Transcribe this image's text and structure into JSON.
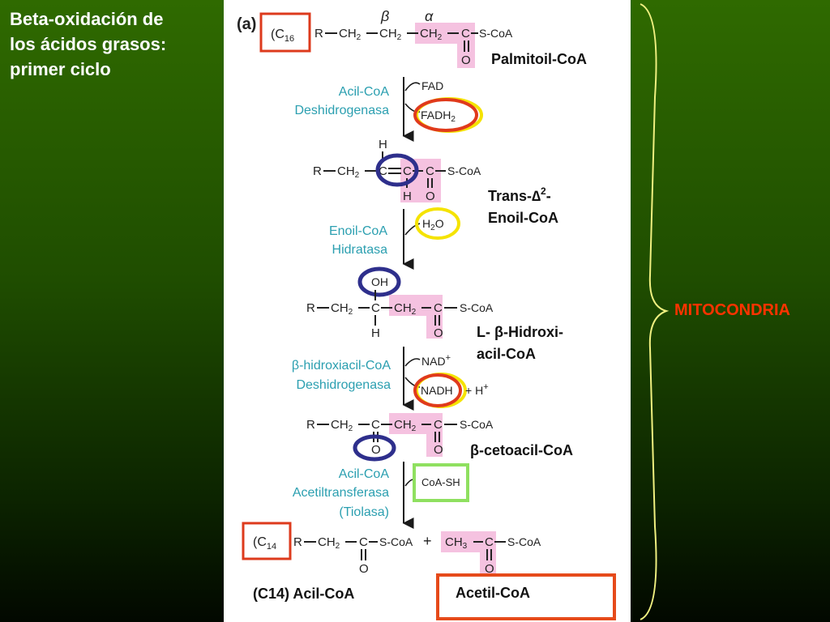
{
  "slide": {
    "title_lines": [
      "Beta-oxidación de",
      "los ácidos grasos:",
      "primer ciclo"
    ],
    "mitochondria_label": "MITOCONDRIA"
  },
  "diagram": {
    "panel_tag": "(a)",
    "chain_tag_c16": "(C",
    "chain_tag_c16_sub": "16",
    "chain_tag_c14": "(C",
    "chain_tag_c14_sub": "14",
    "beta_symbol": "β",
    "alpha_symbol": "α",
    "compounds": {
      "palmitoyl": "Palmitoil-CoA",
      "trans_enoyl_line1": "Trans-∆",
      "trans_enoyl_sup": "2",
      "trans_enoyl_dash": "-",
      "trans_enoyl_line2": "Enoil-CoA",
      "hydroxyacyl_line1": "L- β-Hidroxi-",
      "hydroxyacyl_line2": "acil-CoA",
      "ketoacyl": "β-cetoacil-CoA",
      "c14_acyl": "(C14) Acil-CoA",
      "acetyl": "Acetil-CoA"
    },
    "enzymes": {
      "dehydrogenase": [
        "Acil-CoA",
        "Deshidrogenasa"
      ],
      "hydratase": [
        "Enoil-CoA",
        "Hidratasa"
      ],
      "hydroxy_dehydrogenase": [
        "β-hidroxiacil-CoA",
        "Deshidrogenasa"
      ],
      "thiolase": [
        "Acil-CoA",
        "Acetiltransferasa",
        "(Tiolasa)"
      ]
    },
    "cofactors": {
      "fad": "FAD",
      "fadh2": "FADH",
      "fadh2_sub": "2",
      "h2o_h": "H",
      "h2o_sub": "2",
      "h2o_o": "O",
      "nad": "NAD",
      "nad_sup": "+",
      "nadh": "NADH",
      "nadh_plus": "+ H",
      "nadh_h_sup": "+",
      "coash": "CoA-SH"
    },
    "atoms": {
      "R": "R",
      "CH2": "CH",
      "sub2": "2",
      "C": "C",
      "H": "H",
      "O": "O",
      "OH": "OH",
      "SCoA": "S-CoA",
      "CH3": "CH",
      "sub3": "3",
      "plus": "+"
    },
    "colors": {
      "chain_box": "#dd3a1c",
      "alpha_highlight": "#f5c2e0",
      "fadh2_ring_outer": "#f5e300",
      "fadh2_ring_inner": "#e03a1c",
      "water_ring": "#f5e300",
      "double_bond_ring": "#2e2f8c",
      "hydroxyl_ring": "#2e2f8c",
      "nadh_ring_outer": "#f5e300",
      "nadh_ring_inner": "#e03a1c",
      "ketone_ring": "#2e2f8c",
      "coash_box": "#8fe060",
      "acetyl_box": "#e64a1a",
      "enzyme_text": "#2b9fb0",
      "brace": "#f0f080"
    }
  }
}
